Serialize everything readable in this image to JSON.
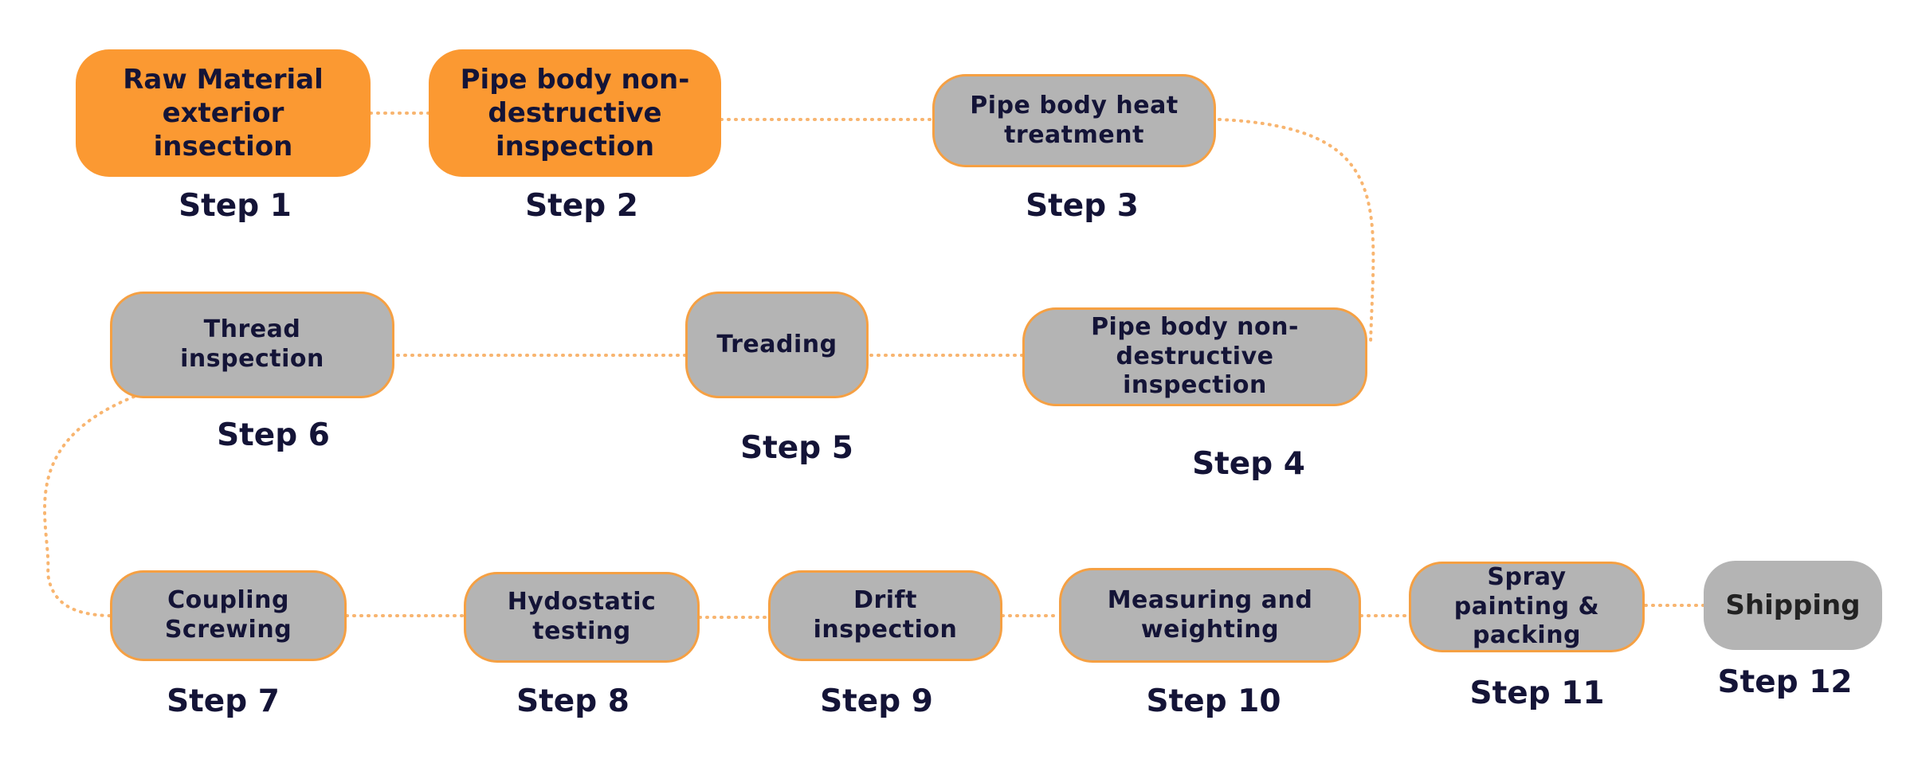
{
  "colors": {
    "accent": "#fb9932",
    "box_gray": "#b4b4b4",
    "box_border": "#f5a043",
    "text_dark": "#141437",
    "connector": "#f8b570"
  },
  "steps": [
    {
      "box_text": "Raw Material exterior insection",
      "label": "Step 1"
    },
    {
      "box_text": "Pipe body non-destructive inspection",
      "label": "Step 2"
    },
    {
      "box_text": "Pipe body heat treatment",
      "label": "Step 3"
    },
    {
      "box_text": "Pipe body non-destructive inspection",
      "label": "Step 4"
    },
    {
      "box_text": "Treading",
      "label": "Step 5"
    },
    {
      "box_text": "Thread inspection",
      "label": "Step 6"
    },
    {
      "box_text": "Coupling Screwing",
      "label": "Step 7"
    },
    {
      "box_text": "Hydostatic testing",
      "label": "Step 8"
    },
    {
      "box_text": "Drift inspection",
      "label": "Step 9"
    },
    {
      "box_text": "Measuring and weighting",
      "label": "Step 10"
    },
    {
      "box_text": "Spray painting & packing",
      "label": "Step 11"
    },
    {
      "box_text": "Shipping",
      "label": "Step 12"
    }
  ]
}
